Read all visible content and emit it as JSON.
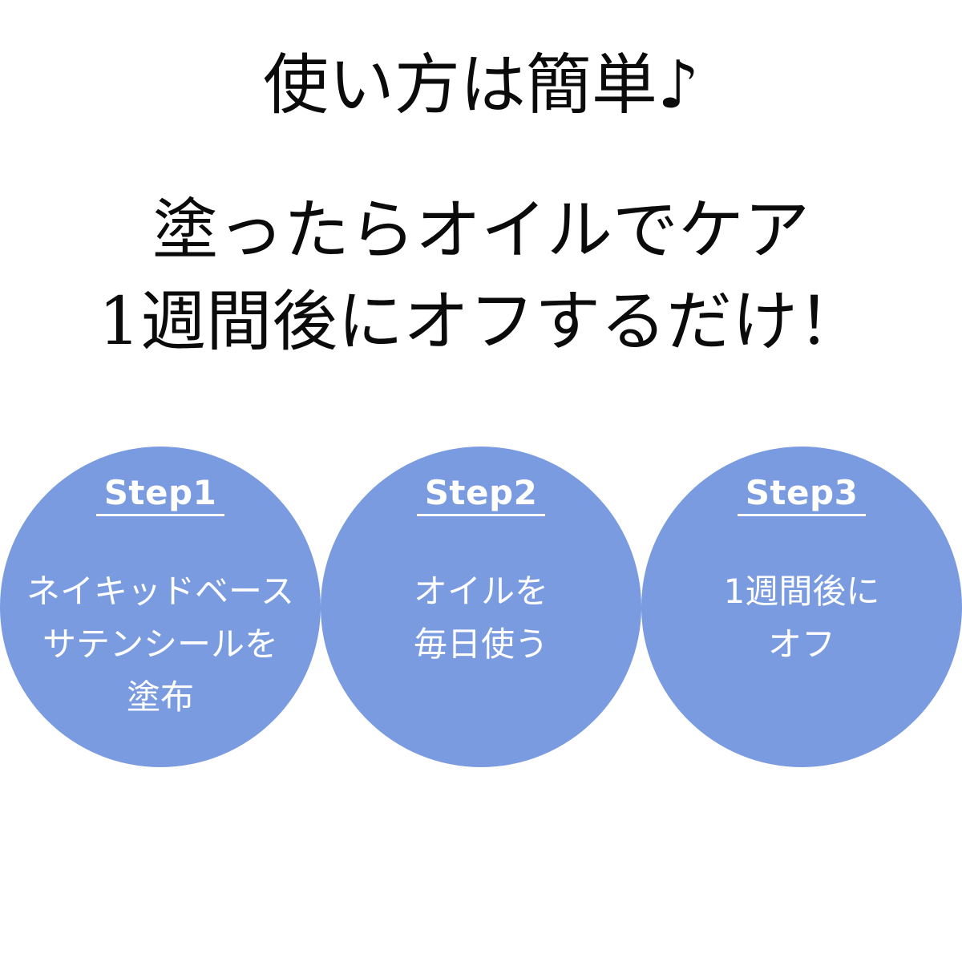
{
  "title": "使い方は簡単♪",
  "subtitle_lines": [
    "塗ったらオイルでケア",
    "1週間後にオフするだけ！"
  ],
  "colors": {
    "circle": "#7a9be0",
    "text": "#0b0b0b",
    "circle_text": "#ffffff"
  },
  "steps": [
    {
      "label": "Step1",
      "lines": [
        "ネイキッドベース",
        "サテンシールを",
        "塗布"
      ]
    },
    {
      "label": "Step2",
      "lines": [
        "オイルを",
        "毎日使う"
      ]
    },
    {
      "label": "Step3",
      "lines": [
        "1週間後に",
        "オフ"
      ]
    }
  ]
}
